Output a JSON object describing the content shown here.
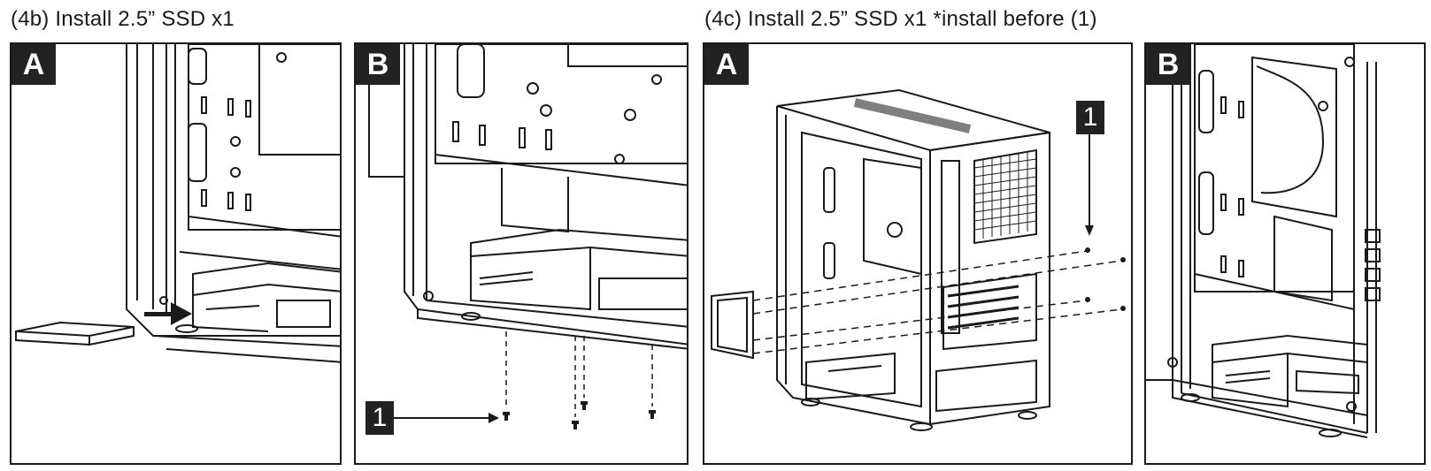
{
  "headings": {
    "left": "(4b) Install 2.5” SSD x1",
    "right": "(4c) Install 2.5” SSD x1  *install before (1)"
  },
  "panels": [
    {
      "badge": "A"
    },
    {
      "badge": "B",
      "callout": "1"
    },
    {
      "badge": "A",
      "callout": "1"
    },
    {
      "badge": "B"
    }
  ],
  "icons": [
    "arrow-right-icon",
    "screw-icon",
    "arrow-down-icon"
  ]
}
